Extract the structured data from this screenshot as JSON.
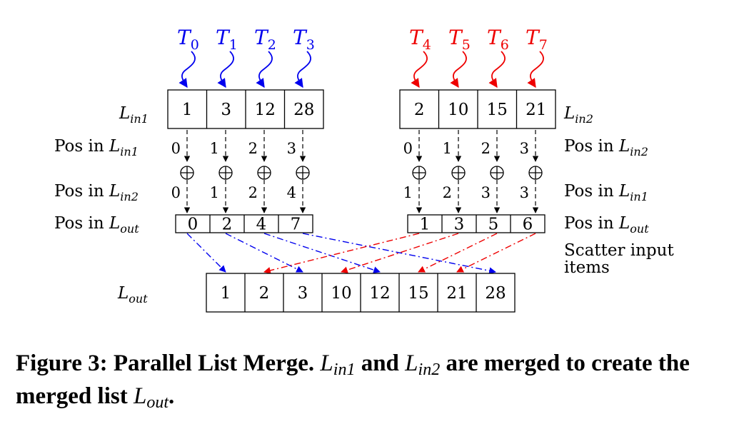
{
  "threads": {
    "group1": [
      {
        "base": "T",
        "sub": "0"
      },
      {
        "base": "T",
        "sub": "1"
      },
      {
        "base": "T",
        "sub": "2"
      },
      {
        "base": "T",
        "sub": "3"
      }
    ],
    "group2": [
      {
        "base": "T",
        "sub": "4"
      },
      {
        "base": "T",
        "sub": "5"
      },
      {
        "base": "T",
        "sub": "6"
      },
      {
        "base": "T",
        "sub": "7"
      }
    ],
    "color1": "#0000ee",
    "color2": "#ee0000"
  },
  "lists": {
    "lin1": {
      "label_base": "L",
      "label_sub": "in1",
      "values": [
        "1",
        "3",
        "12",
        "28"
      ]
    },
    "lin2": {
      "label_base": "L",
      "label_sub": "in2",
      "values": [
        "2",
        "10",
        "15",
        "21"
      ]
    },
    "lout": {
      "label_base": "L",
      "label_sub": "out",
      "values": [
        "1",
        "2",
        "3",
        "10",
        "12",
        "15",
        "21",
        "28"
      ]
    }
  },
  "positions": {
    "left": {
      "pos_self_label": "Pos in ",
      "pos_self_sub": "in1",
      "pos_self": [
        "0",
        "1",
        "2",
        "3"
      ],
      "pos_other_label": "Pos in ",
      "pos_other_sub": "in2",
      "pos_other": [
        "0",
        "1",
        "2",
        "4"
      ],
      "pos_out_label": "Pos in ",
      "pos_out_sub": "out",
      "pos_out": [
        "0",
        "2",
        "4",
        "7"
      ]
    },
    "right": {
      "pos_self_label": "Pos in ",
      "pos_self_sub": "in2",
      "pos_self": [
        "0",
        "1",
        "2",
        "3"
      ],
      "pos_other_label": "Pos in ",
      "pos_other_sub": "in1",
      "pos_other": [
        "1",
        "2",
        "3",
        "3"
      ],
      "pos_out_label": "Pos in ",
      "pos_out_sub": "out",
      "pos_out": [
        "1",
        "3",
        "5",
        "6"
      ]
    },
    "plus_symbol": "⊕"
  },
  "scatter_label": {
    "line1": "Scatter input",
    "line2": "items"
  },
  "caption": {
    "prefix": "Figure 3: Parallel List Merge.",
    "l": "L",
    "in1": "in1",
    "and": "and",
    "in2": "in2",
    "middle": "are merged to create the merged list",
    "out": "out",
    "end": "."
  }
}
